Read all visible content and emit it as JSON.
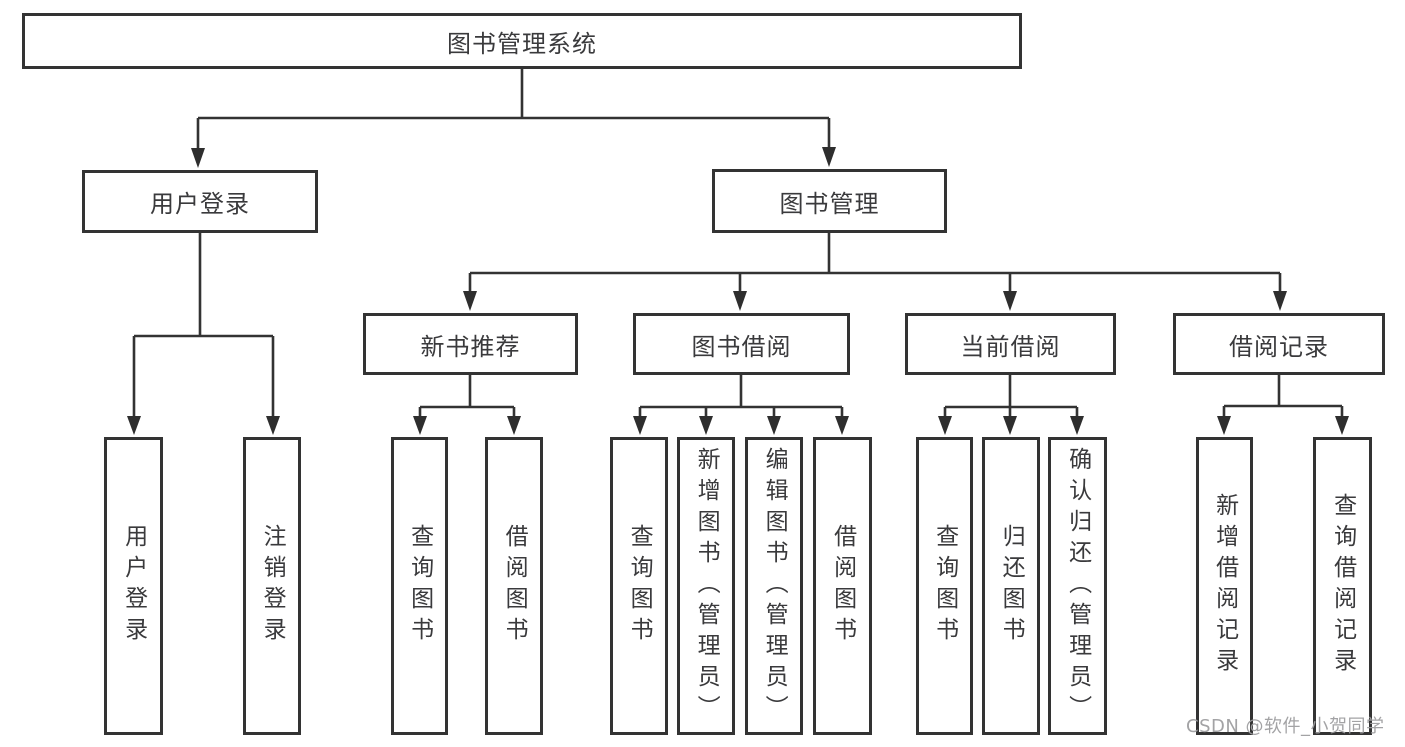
{
  "diagram": {
    "root": {
      "label": "图书管理系统"
    },
    "level2": [
      {
        "label": "用户登录"
      },
      {
        "label": "图书管理"
      }
    ],
    "level3": [
      {
        "label": "新书推荐"
      },
      {
        "label": "图书借阅"
      },
      {
        "label": "当前借阅"
      },
      {
        "label": "借阅记录"
      }
    ],
    "leaves": [
      {
        "label": "用户登录"
      },
      {
        "label": "注销登录"
      },
      {
        "label": "查询图书"
      },
      {
        "label": "借阅图书"
      },
      {
        "label": "查询图书"
      },
      {
        "label": "新增图书（管理员）"
      },
      {
        "label": "编辑图书（管理员）"
      },
      {
        "label": "借阅图书"
      },
      {
        "label": "查询图书"
      },
      {
        "label": "归还图书"
      },
      {
        "label": "确认归还（管理员）"
      },
      {
        "label": "新增借阅记录"
      },
      {
        "label": "查询借阅记录"
      }
    ]
  },
  "colors": {
    "line": "#333333",
    "text": "#3a3a3c",
    "watermark": "#9e9ea0"
  },
  "watermark": {
    "text": "CSDN @软件_小贺同学"
  }
}
